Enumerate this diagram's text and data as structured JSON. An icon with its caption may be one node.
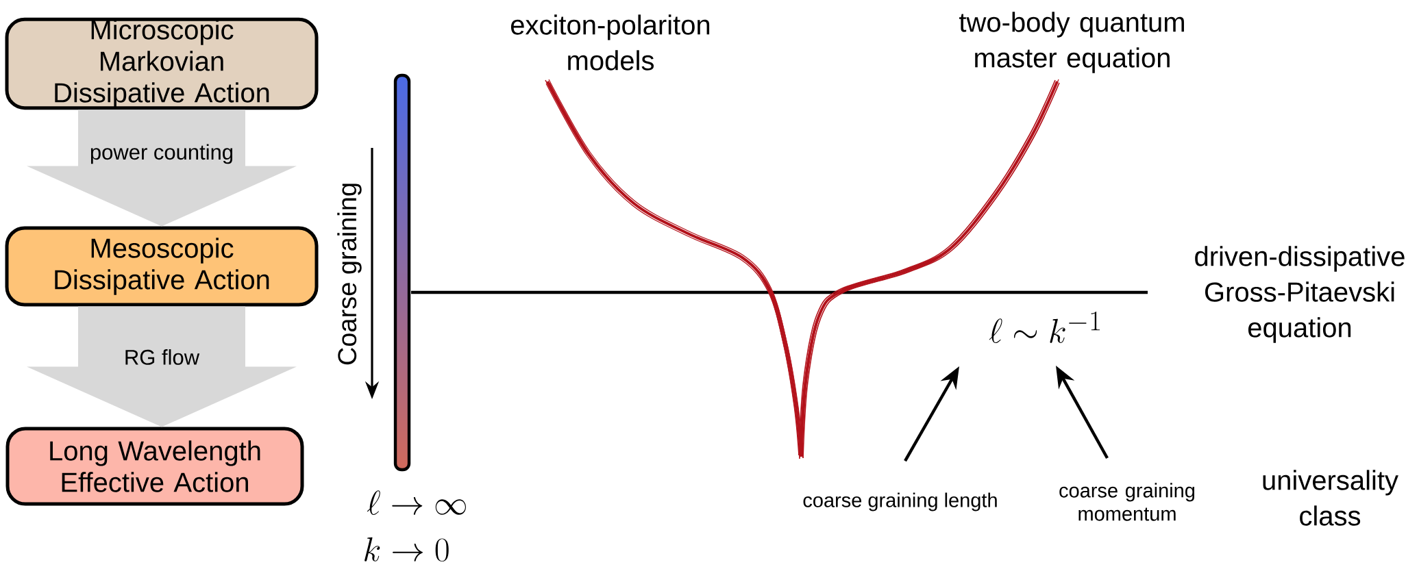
{
  "diagram": {
    "nodes": [
      {
        "text": [
          "Microscopic Markovian Dissipative Action"
        ]
      },
      {
        "text": [
          "Mesoscopic Dissipative Action"
        ]
      },
      {
        "text": [
          "Long Wavelength Effective Action"
        ]
      },
      {
        "text": [
          "coarse graining length"
        ]
      },
      {
        "text": [
          "coarse graining momentum"
        ]
      }
    ],
    "edges": [
      {
        "from": 0,
        "to": 1,
        "arrow": "to",
        "label": "power counting"
      },
      {
        "from": 1,
        "to": 2,
        "arrow": "to",
        "label": "RG flow"
      },
      {
        "from": 3,
        "to": null,
        "arrow": "to"
      },
      {
        "from": 4,
        "to": null,
        "arrow": "to"
      }
    ],
    "labels": [
      "exciton-polariton models",
      "two-body quantum master equation",
      "Coarse graining",
      "driven-dissipative Gross-Pitaevski equation",
      "\\ell \\sim k^{-1}",
      "universality class",
      "\\ell \\to \\infty",
      "k \\to 0"
    ]
  }
}
